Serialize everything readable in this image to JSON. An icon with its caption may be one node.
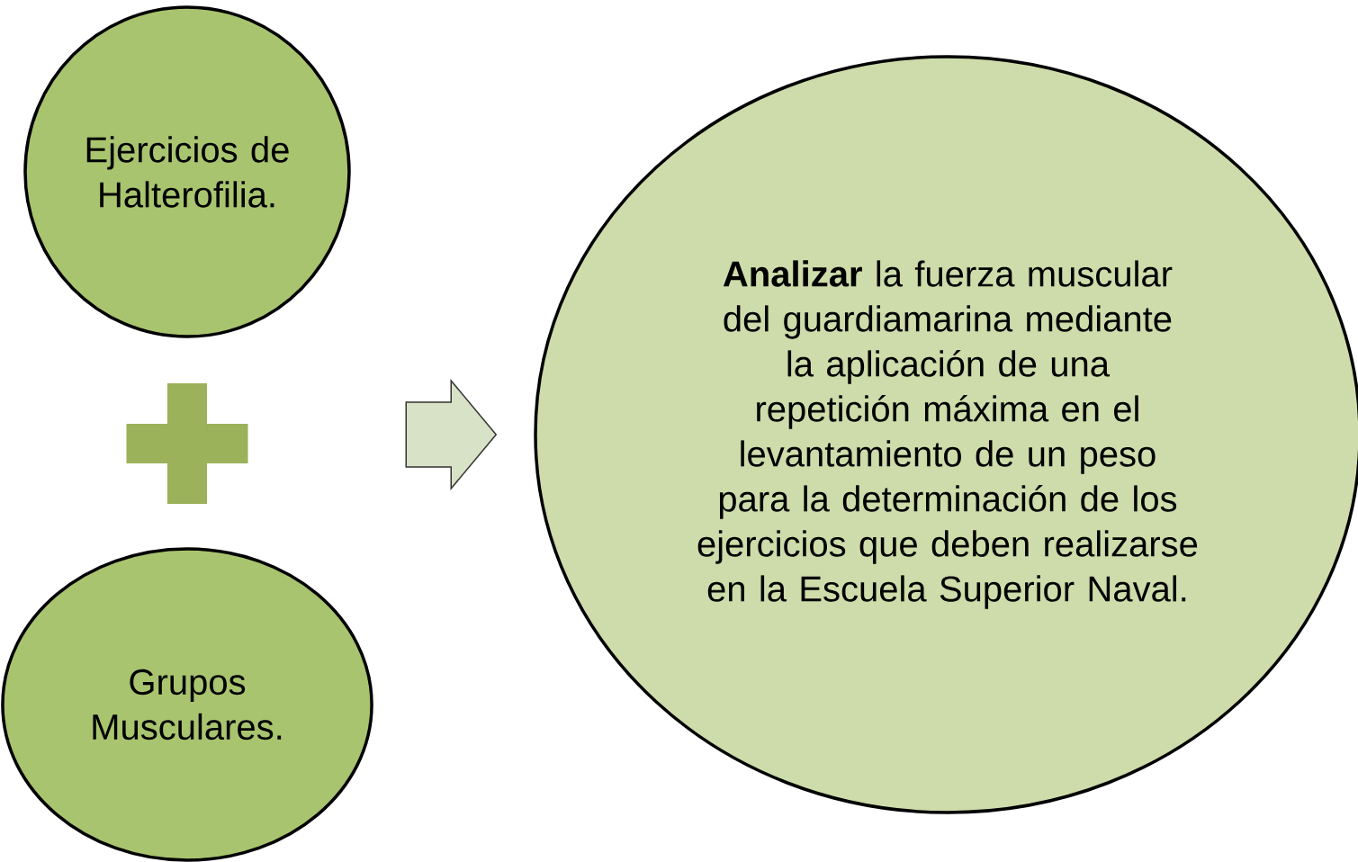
{
  "diagram": {
    "nodes": [
      {
        "text": [
          "Ejercicios de Halterofilia."
        ]
      },
      {
        "text": [],
        "shape": "plus"
      },
      {
        "text": [
          "Grupos Musculares."
        ]
      },
      {
        "text": [
          "**Analizar** la fuerza muscular del guardiamarina mediante la aplicación de una repetición máxima en el levantamiento de un peso para la determinación de los ejercicios que deben realizarse en la Escuela Superior Naval."
        ]
      }
    ],
    "edges": [
      {
        "from": null,
        "to": 3,
        "arrow": "to"
      }
    ]
  }
}
